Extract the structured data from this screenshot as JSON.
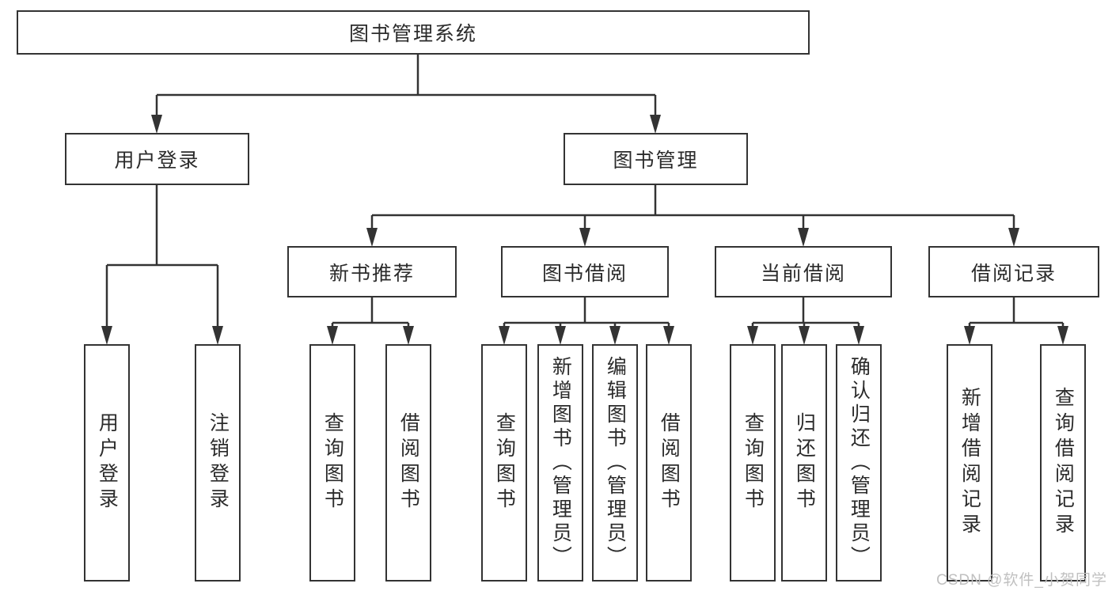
{
  "diagram": {
    "nodes": {
      "root": "图书管理系统",
      "user_login": "用户登录",
      "book_mgmt": "图书管理",
      "new_book_rec": "新书推荐",
      "book_borrow": "图书借阅",
      "current_borrow": "当前借阅",
      "borrow_record": "借阅记录"
    },
    "leaves": {
      "user_login": "用户登录",
      "logout": "注销登录",
      "nb_query": "查询图书",
      "nb_borrow": "借阅图书",
      "bb_query": "查询图书",
      "bb_add": "新增图书（管理员）",
      "bb_edit": "编辑图书（管理员）",
      "bb_borrow": "借阅图书",
      "cb_query": "查询图书",
      "cb_return": "归还图书",
      "cb_confirm": "确认归还（管理员）",
      "br_add": "新增借阅记录",
      "br_query": "查询借阅记录"
    }
  },
  "watermark": {
    "text": "CSDN @软件_小贺同学"
  },
  "colors": {
    "line": "#333333",
    "text": "#2b2b2b",
    "bg": "#ffffff",
    "wm": "#c0c0c0"
  }
}
